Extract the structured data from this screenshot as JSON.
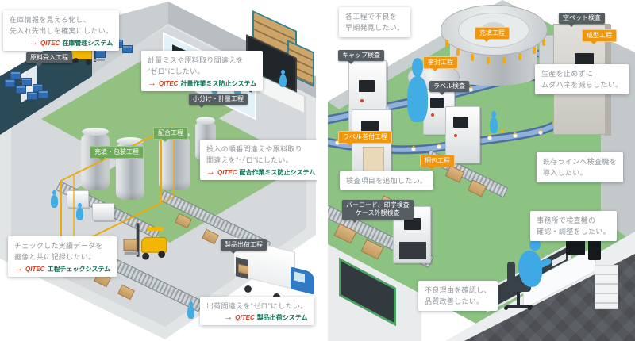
{
  "brand": {
    "name": "QITEC",
    "arrow": "→",
    "logo_color": "#e5391b",
    "system_color": "#0e6e55"
  },
  "colors": {
    "floor_gray": "#d6d9db",
    "floor_green": "#8cc282",
    "wall_dark": "#2b4a57",
    "wall_gray": "#c3c8cb",
    "label_dark_bg": "#575e63",
    "label_green_bg": "#6fa95c",
    "label_orange_bg": "#f0970f",
    "callout_text": "#8f959a",
    "worker_blue": "#42ade4",
    "forklift_yellow": "#f2b705",
    "crate_blue": "#2f6cb3",
    "truck_cab_blue": "#2f79c5",
    "office_floor": "#5d6165"
  },
  "left_panel": {
    "callouts": [
      {
        "lines": [
          "在庫情報を見える化し、",
          "先入れ先出しを確実にしたい。"
        ],
        "system": "在庫管理システム"
      },
      {
        "lines": [
          "計量ミスや原料取り間違えを",
          "“ゼロ”にしたい。"
        ],
        "system": "計量作業ミス防止システム"
      },
      {
        "lines": [
          "投入の順番間違えや原料取り",
          "間違えを“ゼロ”にしたい。"
        ],
        "system": "配合作業ミス防止システム"
      },
      {
        "lines": [
          "チェックした実績データを",
          "画像と共に記録したい。"
        ],
        "system": "工程チェックシステム"
      },
      {
        "lines": [
          "出荷間違えを“ゼロ”にしたい。"
        ],
        "system": "製品出荷システム"
      }
    ],
    "process_labels": [
      {
        "text": "原料受入工程"
      },
      {
        "text": "小分け・計量工程"
      },
      {
        "text": "配合工程"
      },
      {
        "text": "充填・包装工程"
      },
      {
        "text": "製品出荷工程"
      }
    ]
  },
  "right_panel": {
    "callouts": [
      {
        "lines": [
          "各工程で不良を",
          "早期発見したい。"
        ]
      },
      {
        "lines": [
          "生産を止めずに",
          "ムダハネを減らしたい。"
        ]
      },
      {
        "lines": [
          "既存ラインへ検査機を",
          "導入したい。"
        ]
      },
      {
        "lines": [
          "検査項目を追加したい。"
        ]
      },
      {
        "lines": [
          "事務所で検査機の",
          "確認・調整をしたい。"
        ]
      },
      {
        "lines": [
          "不良理由を確認し、",
          "品質改善したい。"
        ]
      }
    ],
    "inspection_labels": [
      {
        "lines": [
          "空ペット検査"
        ]
      },
      {
        "lines": [
          "キャップ検査"
        ]
      },
      {
        "lines": [
          "ラベル検査"
        ]
      },
      {
        "lines": [
          "バーコード、印字検査",
          "ケース外観検査"
        ]
      }
    ],
    "process_labels": [
      {
        "text": "充填工程"
      },
      {
        "text": "成型工程"
      },
      {
        "text": "密封工程"
      },
      {
        "text": "ラベル巻付工程"
      },
      {
        "text": "梱包工程"
      }
    ]
  }
}
